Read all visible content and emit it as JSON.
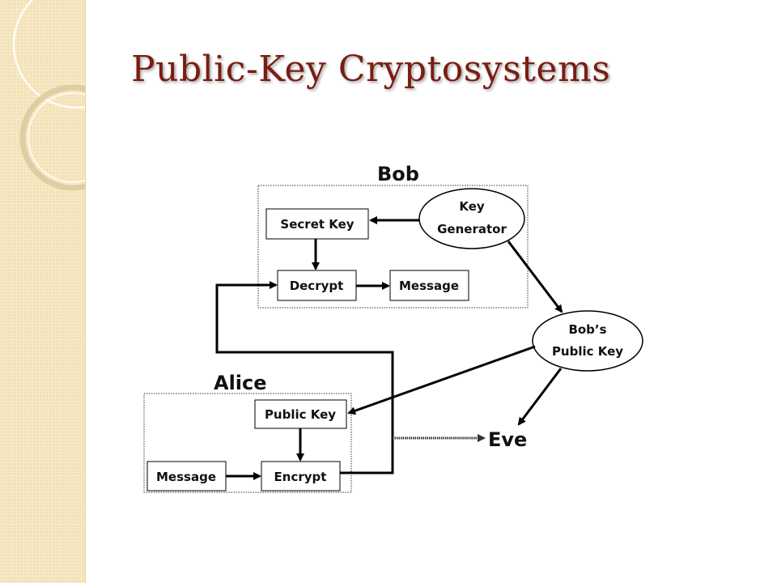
{
  "slide": {
    "title": "Public-Key Cryptosystems"
  },
  "diagram": {
    "bob_label": "Bob",
    "alice_label": "Alice",
    "eve_label": "Eve",
    "bob": {
      "key_generator": [
        "Key",
        "Generator"
      ],
      "secret_key": "Secret Key",
      "decrypt": "Decrypt",
      "message": "Message"
    },
    "bobs_public_key": [
      "Bob’s",
      "Public Key"
    ],
    "alice": {
      "public_key": "Public Key",
      "message": "Message",
      "encrypt": "Encrypt"
    }
  },
  "theme": {
    "title_color": "#7a1d12",
    "strip_color": "#f3e2b6"
  }
}
